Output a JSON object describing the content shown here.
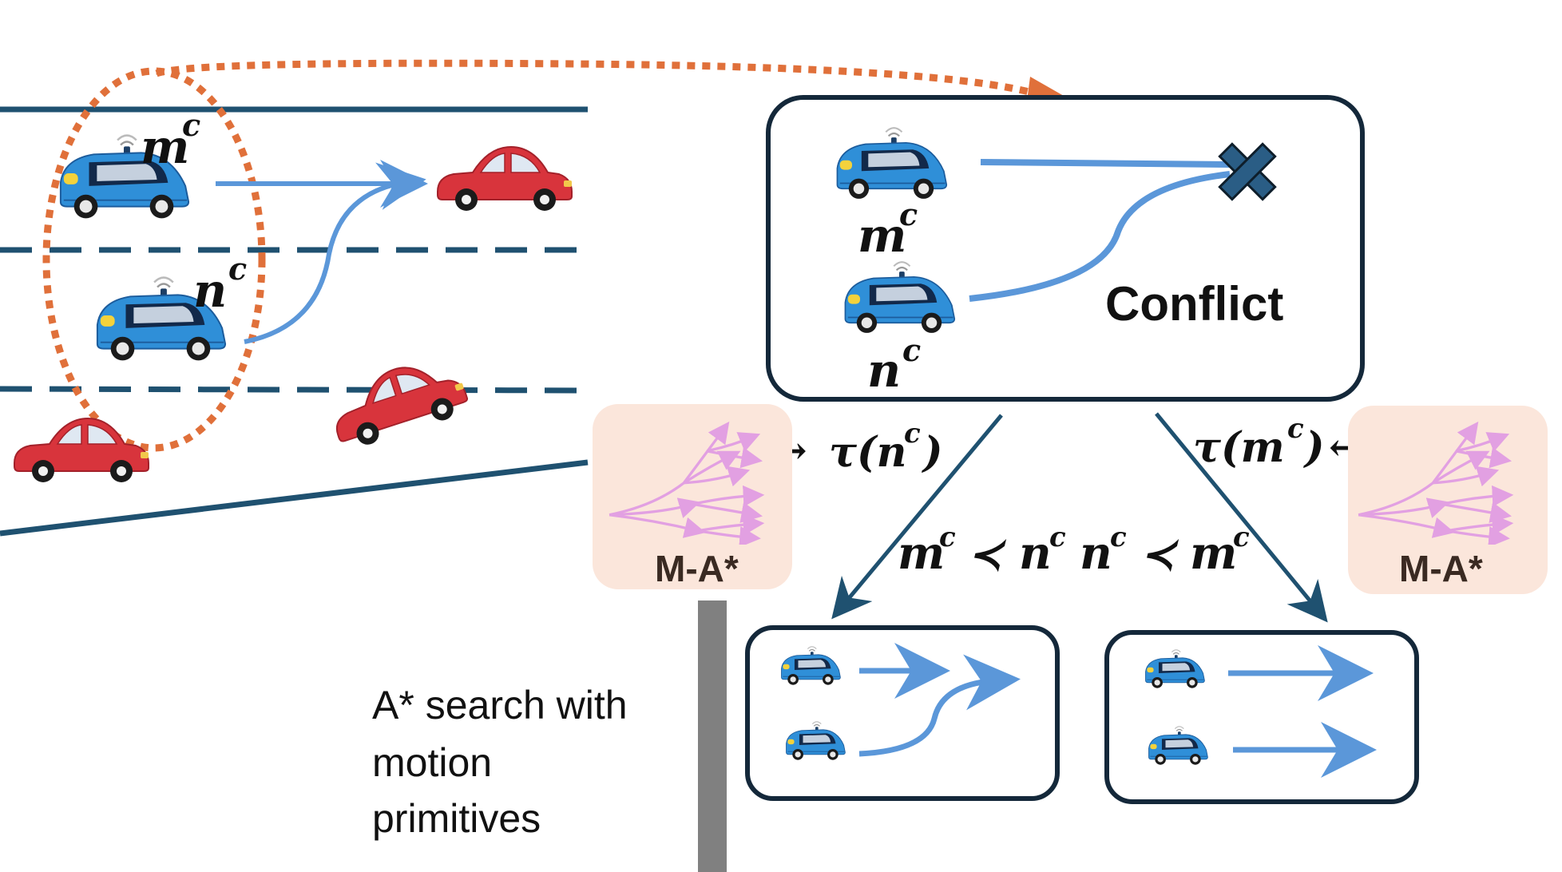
{
  "labels": {
    "m": "m",
    "n": "n",
    "c": "c",
    "conflict": "Conflict",
    "tau_n": "τ(n",
    "tau_m": "τ(m",
    "paren_close": ")",
    "arrow_right": "→",
    "arrow_left": "←",
    "precedes": "≺",
    "ma_star": "M-A*",
    "astar_line1": "A* search with",
    "astar_line2": "motion",
    "astar_line3": "primitives"
  },
  "colors": {
    "road": "#1f5170",
    "ego_car": "#2f8fd8",
    "other_car": "#d8343c",
    "trajectory": "#5b97d9",
    "ellipse": "#e0703a",
    "box_stroke": "#14283a",
    "ma_panel": "#fbe6db",
    "motion_primitive": "#e2a0e2",
    "conflict_x": "#2a5d85",
    "branch_arrow": "#1f5170",
    "pole": "#808080"
  },
  "icons": {
    "autonomous_car": "autonomous-car-icon",
    "red_car": "red-car-icon",
    "conflict_marker": "conflict-x-icon",
    "motion_primitive_tree": "motion-primitive-tree-icon"
  }
}
